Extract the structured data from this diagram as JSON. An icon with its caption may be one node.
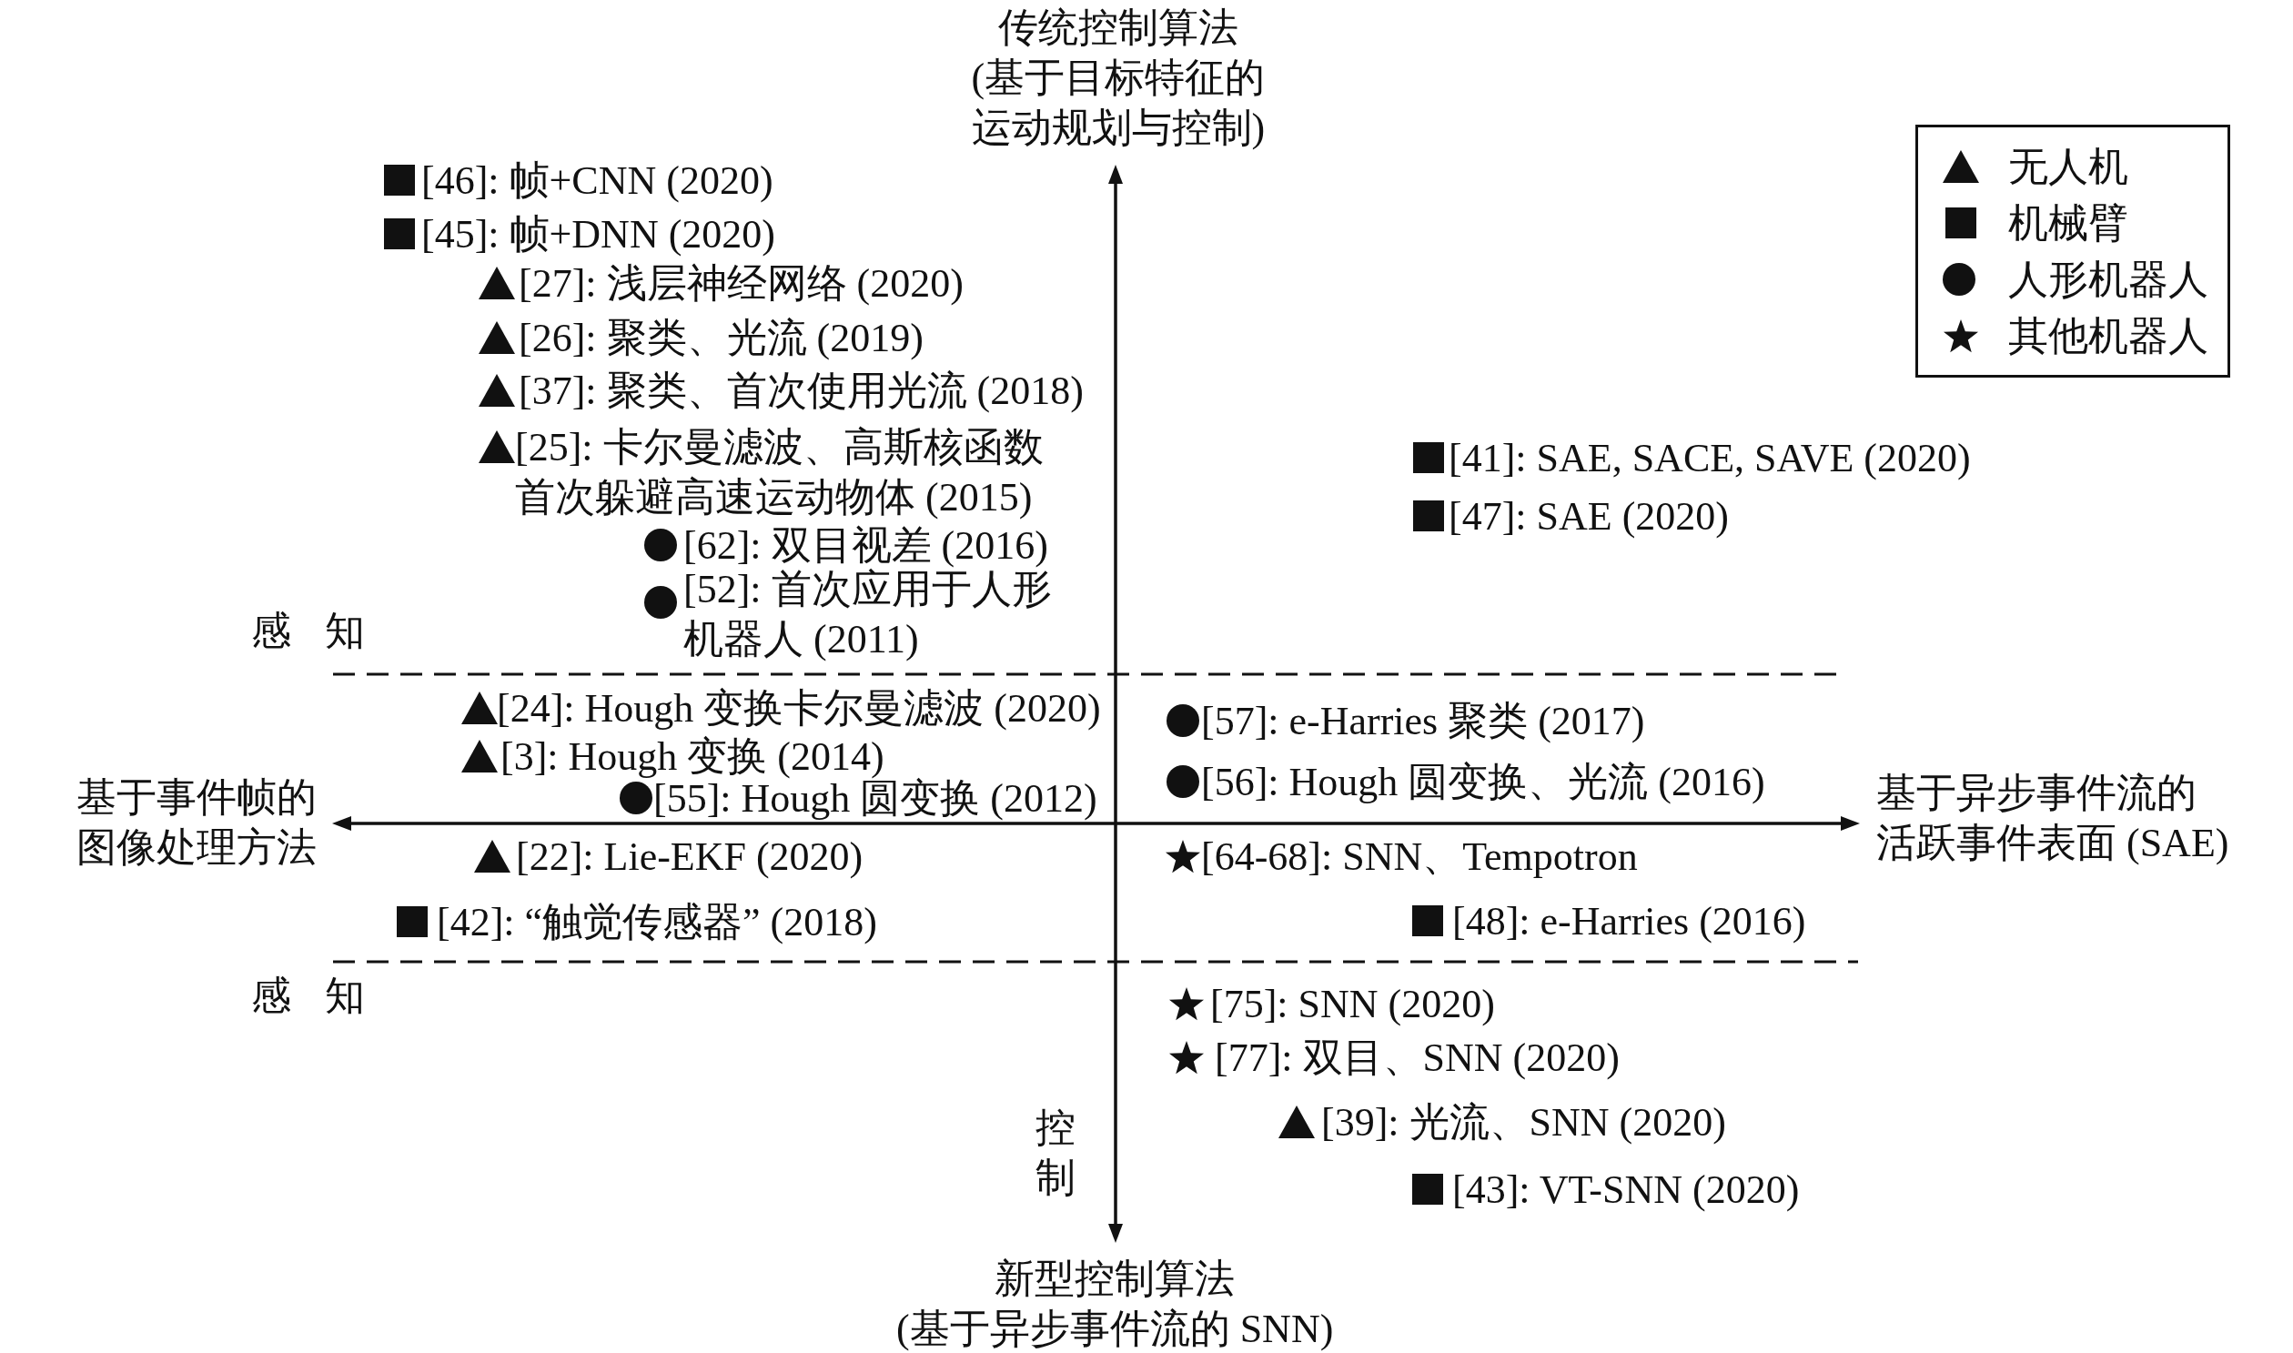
{
  "diagram": {
    "labels": [
      "传统控制算法(基于目标特征的运动规划与控制)",
      "[46]: 帧+CNN (2020)",
      "[45]: 帧+DNN (2020)",
      "[27]: 浅层神经网络 (2020)",
      "[26]: 聚类、光流 (2019)",
      "[37]: 聚类、首次使用光流 (2018)",
      "[25]: 卡尔曼滤波、高斯核函数首次躲避高速运动物体 (2015)",
      "[41]: SAE, SACE, SAVE (2020)",
      "[47]: SAE (2020)",
      "[62]: 双目视差 (2016)",
      "[52]: 首次应用于人形机器人 (2011)",
      "感知",
      "[24]: Hough 变换卡尔曼滤波 (2020)",
      "[57]: e-Harries 聚类 (2017)",
      "[3]: Hough 变换 (2014)",
      "[56]: Hough 圆变换、光流 (2016)",
      "基于事件帧的图像处理方法",
      "[55]: Hough 圆变换 (2012)",
      "基于异步事件流的活跃事件表面 (SAE)",
      "[22]: Lie-EKF (2020)",
      "[64-68]: SNN、Tempotron",
      "[42]: “触觉传感器” (2018)",
      "[48]: e-Harries (2016)",
      "感知",
      "[75]: SNN (2020)",
      "[77]: 双目、SNN (2020)",
      "[39]: 光流、SNN (2020)",
      "控制",
      "[43]: VT-SNN (2020)",
      "新型控制算法(基于异步事件流的 SNN)"
    ],
    "legend": [
      {
        "text": "无人机"
      },
      {
        "text": "机械臂"
      },
      {
        "text": "人形机器人"
      },
      {
        "text": "其他机器人"
      }
    ]
  }
}
